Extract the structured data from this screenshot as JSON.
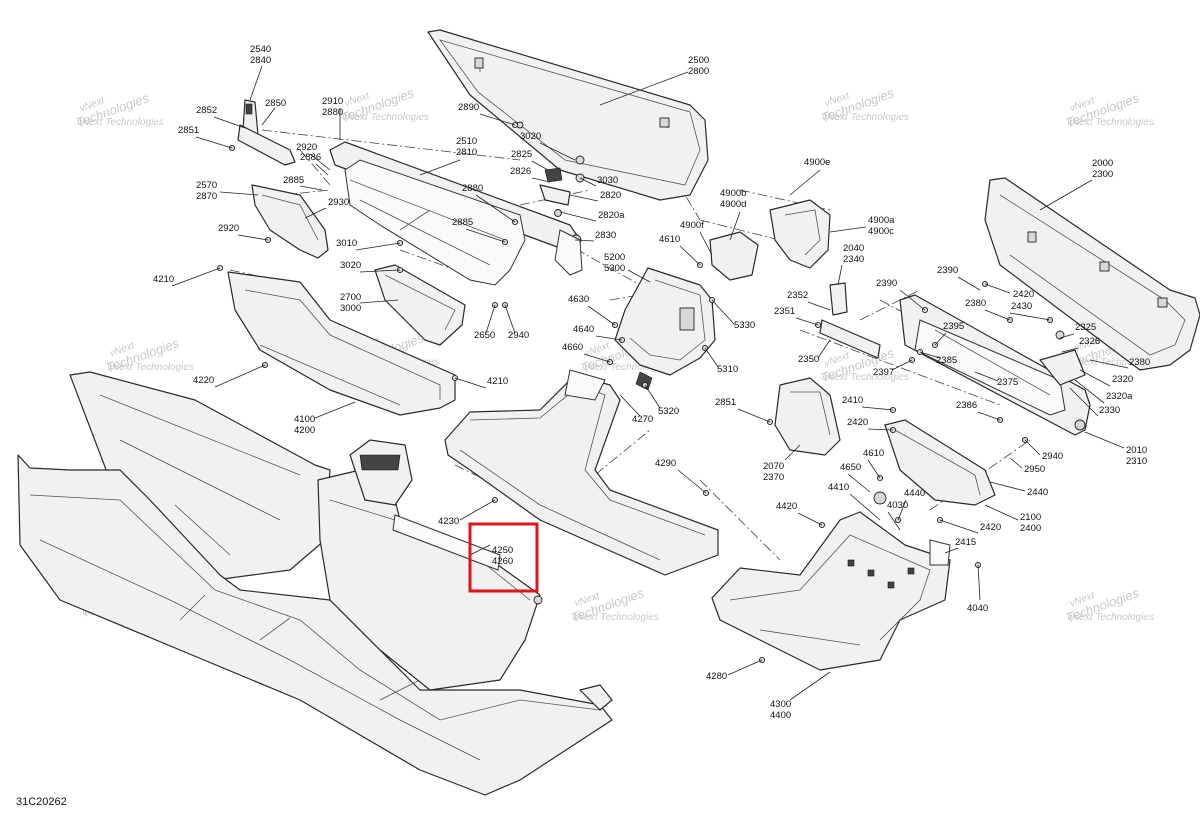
{
  "drawing_number": "31C20262",
  "watermark": {
    "line1": "vNext",
    "line2": "Technologies",
    "full": "vNext Technologies"
  },
  "highlight": {
    "color": "#e0141b",
    "callout_top": "4250",
    "callout_bottom": "4260"
  },
  "callouts": {
    "c2540": [
      "2540",
      "2840"
    ],
    "c2852": [
      "2852"
    ],
    "c2850": [
      "2850"
    ],
    "c2851": [
      "2851"
    ],
    "c2910": [
      "2910",
      "2880"
    ],
    "c2920": [
      "2920"
    ],
    "c2886": [
      "2886"
    ],
    "c2885": [
      "2885"
    ],
    "c2570": [
      "2570",
      "2870"
    ],
    "c2930": [
      "2930"
    ],
    "c2920b": [
      "2920"
    ],
    "c4210": [
      "4210"
    ],
    "c2510": [
      "2510",
      "2810"
    ],
    "c3010": [
      "3010"
    ],
    "c3020": [
      "3020"
    ],
    "c2700": [
      "2700",
      "3000"
    ],
    "c2650": [
      "2650"
    ],
    "c2940": [
      "2940"
    ],
    "c2885b": [
      "2885"
    ],
    "c2880b": [
      "2880"
    ],
    "c2890": [
      "2890"
    ],
    "c3020b": [
      "3020"
    ],
    "c2825": [
      "2825"
    ],
    "c2826": [
      "2826"
    ],
    "c3030": [
      "3030"
    ],
    "c2820": [
      "2820"
    ],
    "c2820a": [
      "2820a"
    ],
    "c2830": [
      "2830"
    ],
    "c2500": [
      "2500",
      "2800"
    ],
    "c4900e": [
      "4900e"
    ],
    "c4900b": [
      "4900b",
      "4900d"
    ],
    "c4900a": [
      "4900a",
      "4900c"
    ],
    "c4900f": [
      "4900f"
    ],
    "c4610": [
      "4610"
    ],
    "c5200": [
      "5200",
      "5300"
    ],
    "c4630": [
      "4630"
    ],
    "c4640": [
      "4640"
    ],
    "c4660": [
      "4660"
    ],
    "c5330": [
      "5330"
    ],
    "c5310": [
      "5310"
    ],
    "c5320": [
      "5320"
    ],
    "c4270": [
      "4270"
    ],
    "c4220": [
      "4220"
    ],
    "c4210b": [
      "4210"
    ],
    "c4100": [
      "4100",
      "4200"
    ],
    "c4290": [
      "4290"
    ],
    "c4230": [
      "4230"
    ],
    "c2000": [
      "2000",
      "2300"
    ],
    "c2040": [
      "2040",
      "2340"
    ],
    "c2390": [
      "2390"
    ],
    "c2390b": [
      "2390"
    ],
    "c2420": [
      "2420"
    ],
    "c2380": [
      "2380"
    ],
    "c2430": [
      "2430"
    ],
    "c2352": [
      "2352"
    ],
    "c2351": [
      "2351"
    ],
    "c2350": [
      "2350"
    ],
    "c2395": [
      "2395"
    ],
    "c2397": [
      "2397"
    ],
    "c2385": [
      "2385"
    ],
    "c2375": [
      "2375"
    ],
    "c2325": [
      "2325"
    ],
    "c2326": [
      "2326"
    ],
    "c2380b": [
      "2380"
    ],
    "c2320": [
      "2320"
    ],
    "c2320a": [
      "2320a"
    ],
    "c2330": [
      "2330"
    ],
    "c2851b": [
      "2851"
    ],
    "c2410": [
      "2410"
    ],
    "c2420b": [
      "2420"
    ],
    "c2386": [
      "2386"
    ],
    "c2070": [
      "2070",
      "2370"
    ],
    "c2010": [
      "2010",
      "2310"
    ],
    "c2940b": [
      "2940"
    ],
    "c2950": [
      "2950"
    ],
    "c2440": [
      "2440"
    ],
    "c4610b": [
      "4610"
    ],
    "c4650": [
      "4650"
    ],
    "c4410": [
      "4410"
    ],
    "c4440": [
      "4440"
    ],
    "c4030": [
      "4030"
    ],
    "c4420": [
      "4420"
    ],
    "c2100": [
      "2100",
      "2400"
    ],
    "c2420c": [
      "2420"
    ],
    "c2415": [
      "2415"
    ],
    "c4040": [
      "4040"
    ],
    "c4280": [
      "4280"
    ],
    "c4300": [
      "4300",
      "4400"
    ]
  }
}
